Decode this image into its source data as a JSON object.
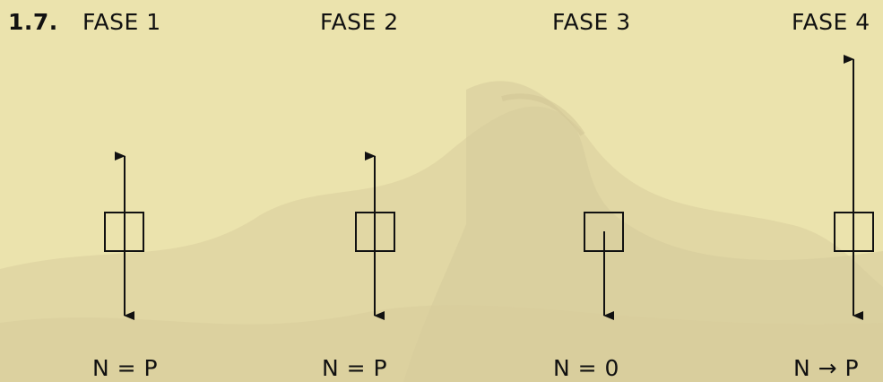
{
  "section_number": "1.7.",
  "phases": [
    {
      "title": "FASE 1",
      "relation": "N = P"
    },
    {
      "title": "FASE 2",
      "relation": "N = P"
    },
    {
      "title": "FASE 3",
      "relation": "N = 0"
    },
    {
      "title": "FASE 4",
      "relation": "N → P"
    }
  ],
  "colors": {
    "background": "#ebe3ad",
    "ink": "#111111"
  }
}
